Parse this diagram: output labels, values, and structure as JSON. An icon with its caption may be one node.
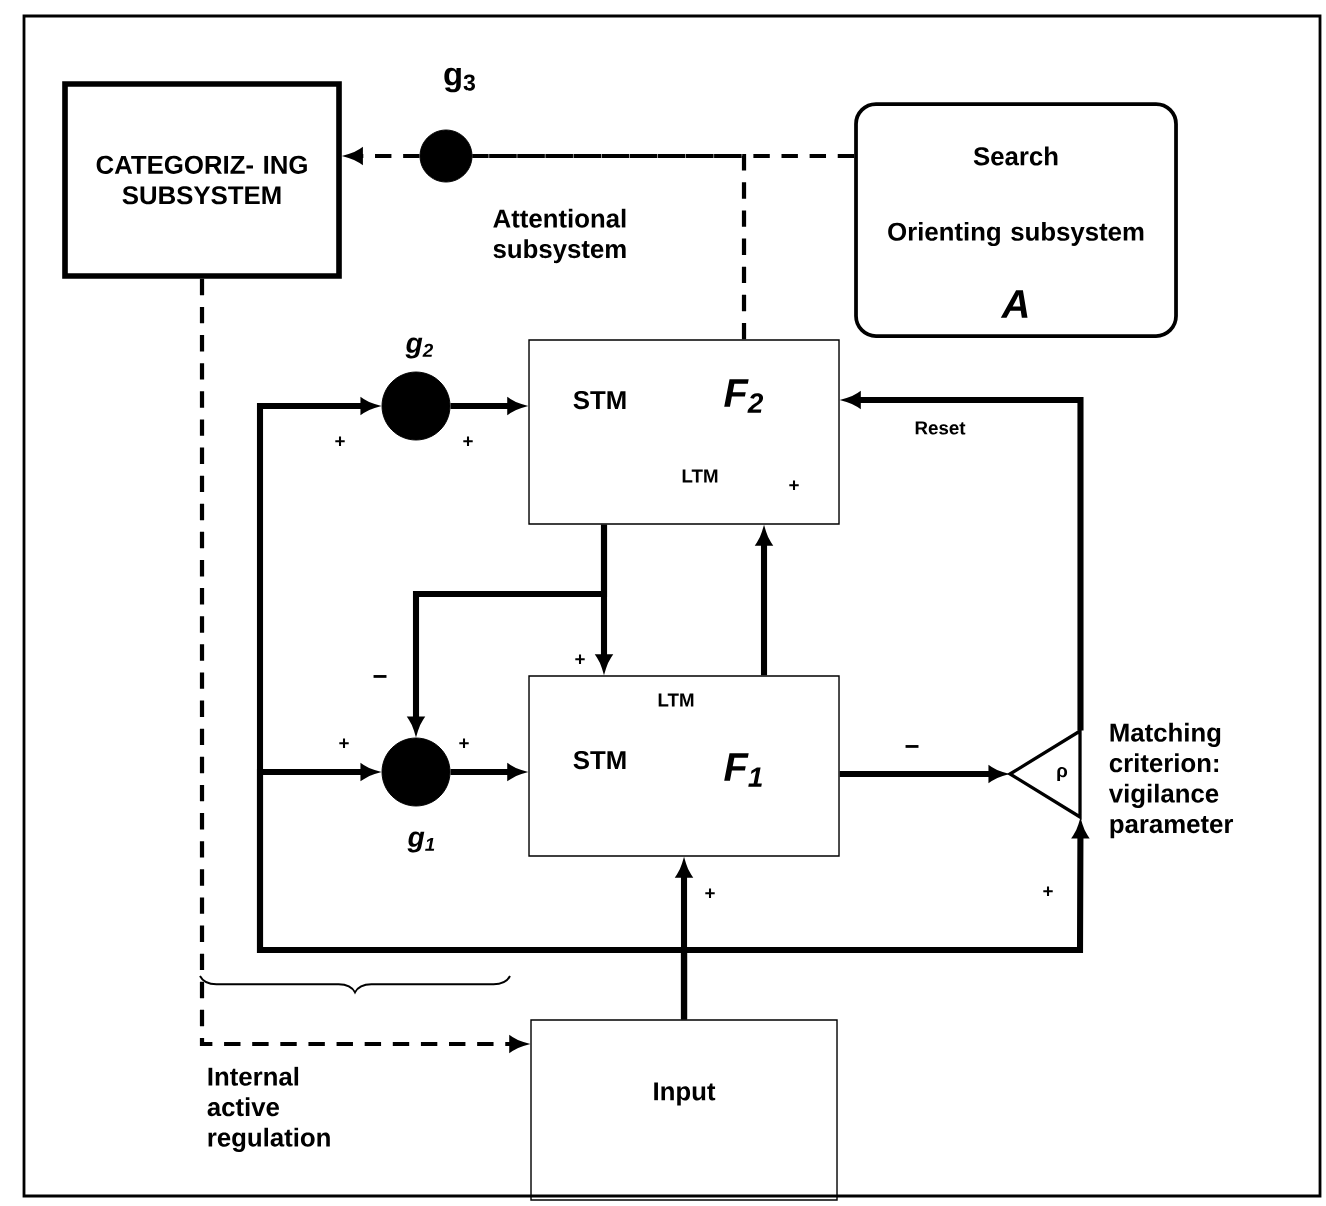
{
  "diagram": {
    "nodes": [
      {
        "text": [
          "CATEGORIZ- ING SUBSYSTEM"
        ]
      },
      {
        "text": [],
        "shape": "circle",
        "beside": [
          "g$_{3}$"
        ]
      },
      {
        "text": [
          "Search",
          "Orienting subsystem",
          "A"
        ]
      },
      {
        "text": [
          "STM",
          "F$_{2}$",
          "LTM"
        ]
      },
      {
        "text": [],
        "shape": "circle",
        "beside": [
          "g$_{2}$"
        ]
      },
      {
        "text": [
          "LTM",
          "STM",
          "F$_{1}$"
        ]
      },
      {
        "text": [],
        "shape": "circle",
        "beside": [
          "g$_{1}$"
        ]
      },
      {
        "text": [
          "ρ"
        ],
        "beside": [
          "Matching criterion: vigilance parameter"
        ]
      },
      {
        "text": [
          "Input"
        ]
      }
    ],
    "edges": [
      {
        "from": 1,
        "to": 0,
        "arrow": "to",
        "style": "dashed"
      },
      {
        "from": 2,
        "to": 1,
        "arrow": "none",
        "style": "dashed"
      },
      {
        "from": 3,
        "to": 1,
        "arrow": "none",
        "style": "dashed"
      },
      {
        "from": 0,
        "to": 8,
        "arrow": "to",
        "style": "dashed"
      },
      {
        "from": 8,
        "to": 4,
        "arrow": "to"
      },
      {
        "from": 8,
        "to": 6,
        "arrow": "to"
      },
      {
        "from": 8,
        "to": 7,
        "arrow": "to"
      },
      {
        "from": 8,
        "to": 5,
        "arrow": "to"
      },
      {
        "from": 4,
        "to": 3,
        "arrow": "to"
      },
      {
        "from": 6,
        "to": 5,
        "arrow": "to"
      },
      {
        "from": 3,
        "to": 5,
        "arrow": "to"
      },
      {
        "from": 3,
        "to": 6,
        "arrow": "to"
      },
      {
        "from": 5,
        "to": 3,
        "arrow": "to"
      },
      {
        "from": 5,
        "to": 7,
        "arrow": "to"
      },
      {
        "from": 7,
        "to": 3,
        "arrow": "to",
        "label": "Reset"
      }
    ],
    "labels": [
      "Attentional subsystem",
      "+",
      "+",
      "+",
      "+",
      "−",
      "+",
      "+",
      "−",
      "+",
      "+",
      "Internal active regulation"
    ]
  }
}
